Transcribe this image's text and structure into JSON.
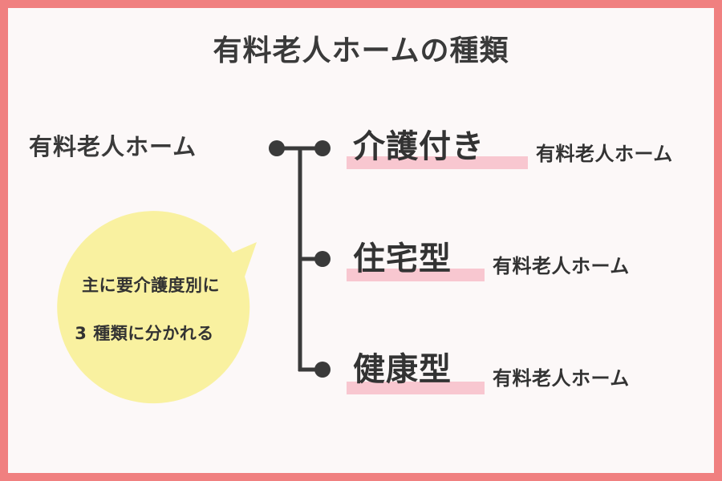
{
  "title": "有料老人ホームの種類",
  "root": "有料老人ホーム",
  "branches": [
    {
      "main": "介護付き",
      "sub": "有料老人ホーム"
    },
    {
      "main": "住宅型",
      "sub": "有料老人ホーム"
    },
    {
      "main": "健康型",
      "sub": "有料老人ホーム"
    }
  ],
  "bubble": {
    "line1": "主に要介護度別に",
    "line2": "3 種類に分かれる"
  },
  "colors": {
    "frame": "#f08080",
    "background": "#fcf8f8",
    "highlight": "#f8c7d0",
    "bubble": "#f9f1a0",
    "line": "#3a3a3a"
  }
}
